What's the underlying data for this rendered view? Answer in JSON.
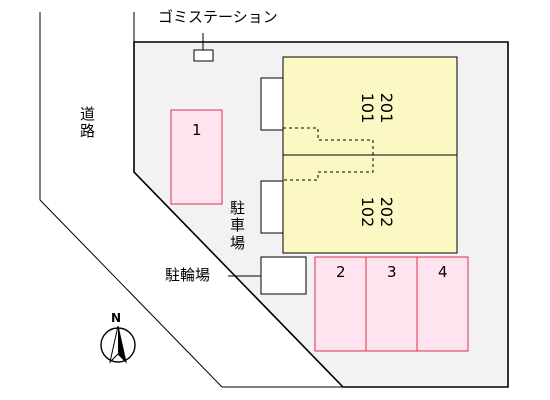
{
  "labels": {
    "garbage_station": "ゴミステーション",
    "road": [
      "道",
      "路"
    ],
    "parking": [
      "駐",
      "車",
      "場"
    ],
    "bicycle_parking": "駐輪場",
    "north": "N"
  },
  "building": {
    "upper_units": [
      "201",
      "101"
    ],
    "lower_units": [
      "202",
      "102"
    ]
  },
  "parking_slots": [
    "1",
    "2",
    "3",
    "4"
  ],
  "colors": {
    "site_fill": "#f2f2f2",
    "building_fill": "#fbf8c4",
    "slot_fill": "#fde4ee",
    "slot_stroke": "#e0304a"
  }
}
